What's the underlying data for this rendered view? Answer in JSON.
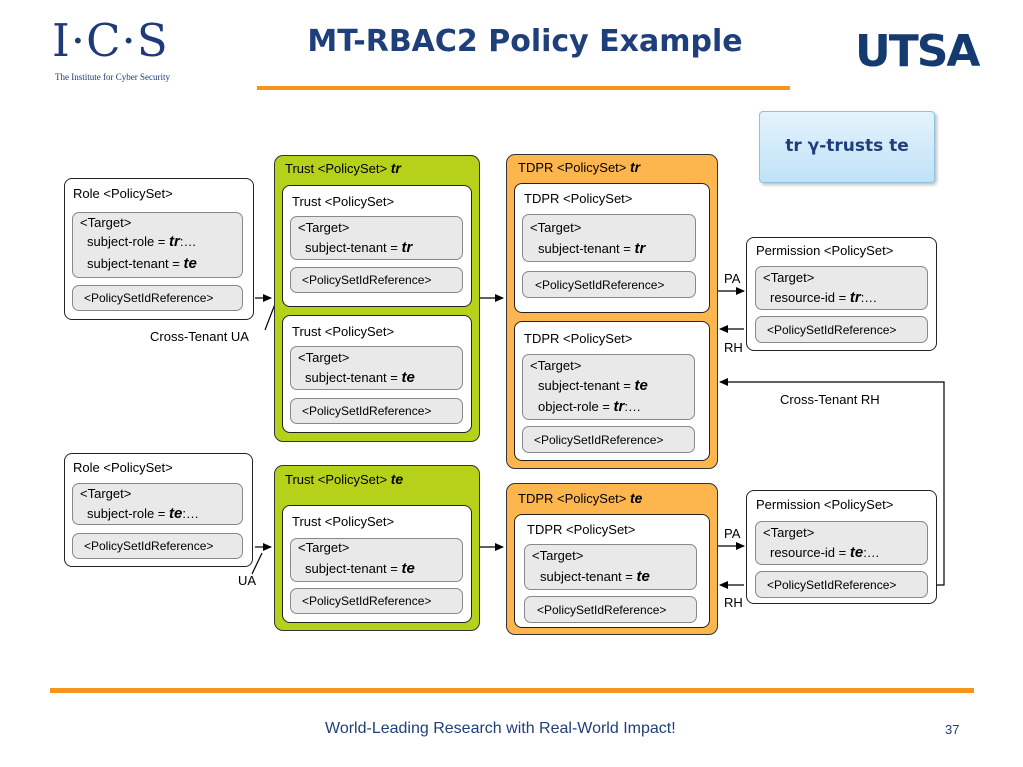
{
  "header": {
    "logo_left_main": "I·C·S",
    "logo_left_sub": "The Institute for Cyber Security",
    "title": "MT-RBAC2 Policy Example",
    "logo_right": "UTSA"
  },
  "callout": "tr γ-trusts te",
  "colors": {
    "accent_orange": "#f7941d",
    "green_fill": "#b5d11a",
    "orange_fill": "#fdb64e",
    "title_blue": "#1f3f7a"
  },
  "common": {
    "target": "<Target>",
    "ref": "<PolicySetIdReference>",
    "subject_role": "subject-role = ",
    "subject_tenant": "subject-tenant = ",
    "object_role": "object-role = ",
    "resource_id": "resource-id = ",
    "tr": "tr",
    "te": "te",
    "ellipsis": ":…"
  },
  "boxes": {
    "role": "Role <PolicySet>",
    "trust": "Trust <PolicySet>",
    "tdpr": "TDPR <PolicySet>",
    "permission": "Permission <PolicySet>",
    "trust_tr_outer": "Trust <PolicySet> ",
    "tdpr_tr_outer": "TDPR <PolicySet> "
  },
  "labels": {
    "cross_tenant_ua": "Cross-Tenant UA",
    "ua": "UA",
    "pa": "PA",
    "rh": "RH",
    "cross_tenant_rh": "Cross-Tenant RH"
  },
  "footer": {
    "text": "World-Leading Research with Real-World Impact!",
    "page": "37"
  }
}
